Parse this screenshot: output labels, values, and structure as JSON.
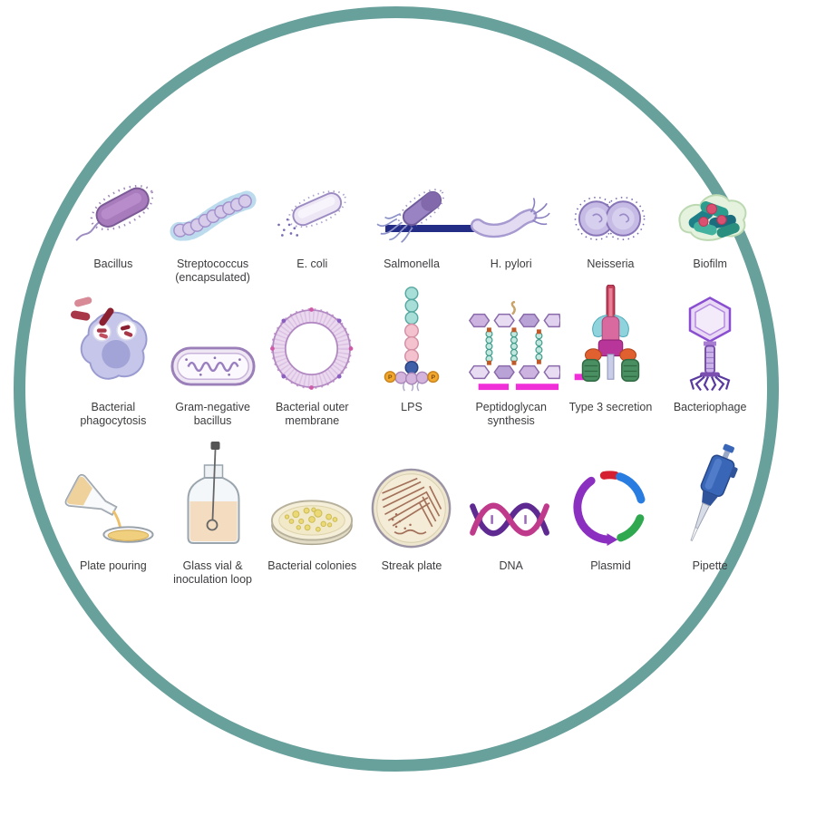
{
  "figure": {
    "shape": "circular badge with icon grid",
    "ring_color": "#68a09c",
    "background_color": "#ffffff",
    "label_color": "#3d3d40",
    "artifact_bar_color": "#232d86",
    "artifact_strip_color": "#ffffff",
    "lps_phosphate_label": "P"
  },
  "rows": [
    {
      "name": "bacteria-types",
      "items": [
        {
          "label": "Bacillus",
          "icon": "bacillus-icon"
        },
        {
          "label": "Streptococcus (encapsulated)",
          "icon": "streptococcus-icon"
        },
        {
          "label": "E. coli",
          "icon": "e-coli-icon"
        },
        {
          "label": "Salmonella",
          "icon": "salmonella-icon"
        },
        {
          "label": "H. pylori",
          "icon": "h-pylori-icon"
        },
        {
          "label": "Neisseria",
          "icon": "neisseria-icon"
        },
        {
          "label": "Biofilm",
          "icon": "biofilm-icon"
        }
      ]
    },
    {
      "name": "bacterial-structures",
      "items": [
        {
          "label": "Bacterial phagocytosis",
          "icon": "bacterial-phagocytosis-icon"
        },
        {
          "label": "Gram-negative bacillus",
          "icon": "gram-negative-bacillus-icon"
        },
        {
          "label": "Bacterial outer membrane",
          "icon": "bacterial-outer-membrane-icon"
        },
        {
          "label": "LPS",
          "icon": "lps-icon"
        },
        {
          "label": "Peptidoglycan synthesis",
          "icon": "peptidoglycan-synthesis-icon"
        },
        {
          "label": "Type 3 secretion",
          "icon": "type-3-secretion-icon"
        },
        {
          "label": "Bacteriophage",
          "icon": "bacteriophage-icon"
        }
      ]
    },
    {
      "name": "lab-techniques",
      "items": [
        {
          "label": "Plate pouring",
          "icon": "plate-pouring-icon"
        },
        {
          "label": "Glass vial & inoculation loop",
          "icon": "glass-vial-inoculation-loop-icon"
        },
        {
          "label": "Bacterial colonies",
          "icon": "bacterial-colonies-icon"
        },
        {
          "label": "Streak plate",
          "icon": "streak-plate-icon"
        },
        {
          "label": "DNA",
          "icon": "dna-icon"
        },
        {
          "label": "Plasmid",
          "icon": "plasmid-icon"
        },
        {
          "label": "Pipette",
          "icon": "pipette-icon"
        }
      ]
    }
  ]
}
